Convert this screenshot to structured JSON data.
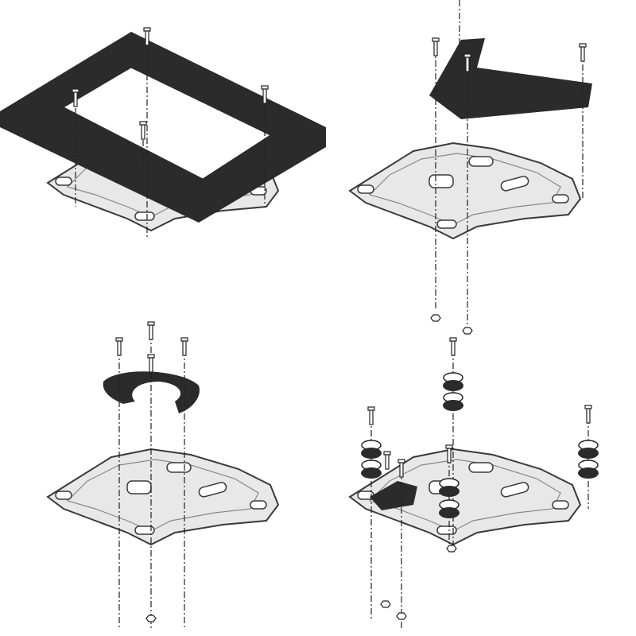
{
  "colors": {
    "background": "#ffffff",
    "plate_fill": "#e8e8e8",
    "plate_outline": "#3a3a3a",
    "adapter_fill": "#2b2b2b",
    "axis_line": "#222222"
  },
  "panels": [
    {
      "id": "top-left",
      "parts": [
        "rack-plate",
        "black-adapter-frame",
        "bolts"
      ]
    },
    {
      "id": "top-right",
      "parts": [
        "rack-plate",
        "black-bracket",
        "bolts",
        "nuts"
      ]
    },
    {
      "id": "bottom-left",
      "parts": [
        "rack-plate",
        "tank-ring",
        "bolts",
        "nuts"
      ]
    },
    {
      "id": "bottom-right",
      "parts": [
        "rack-plate",
        "spacers",
        "small-bracket",
        "bolts",
        "nuts"
      ]
    }
  ]
}
